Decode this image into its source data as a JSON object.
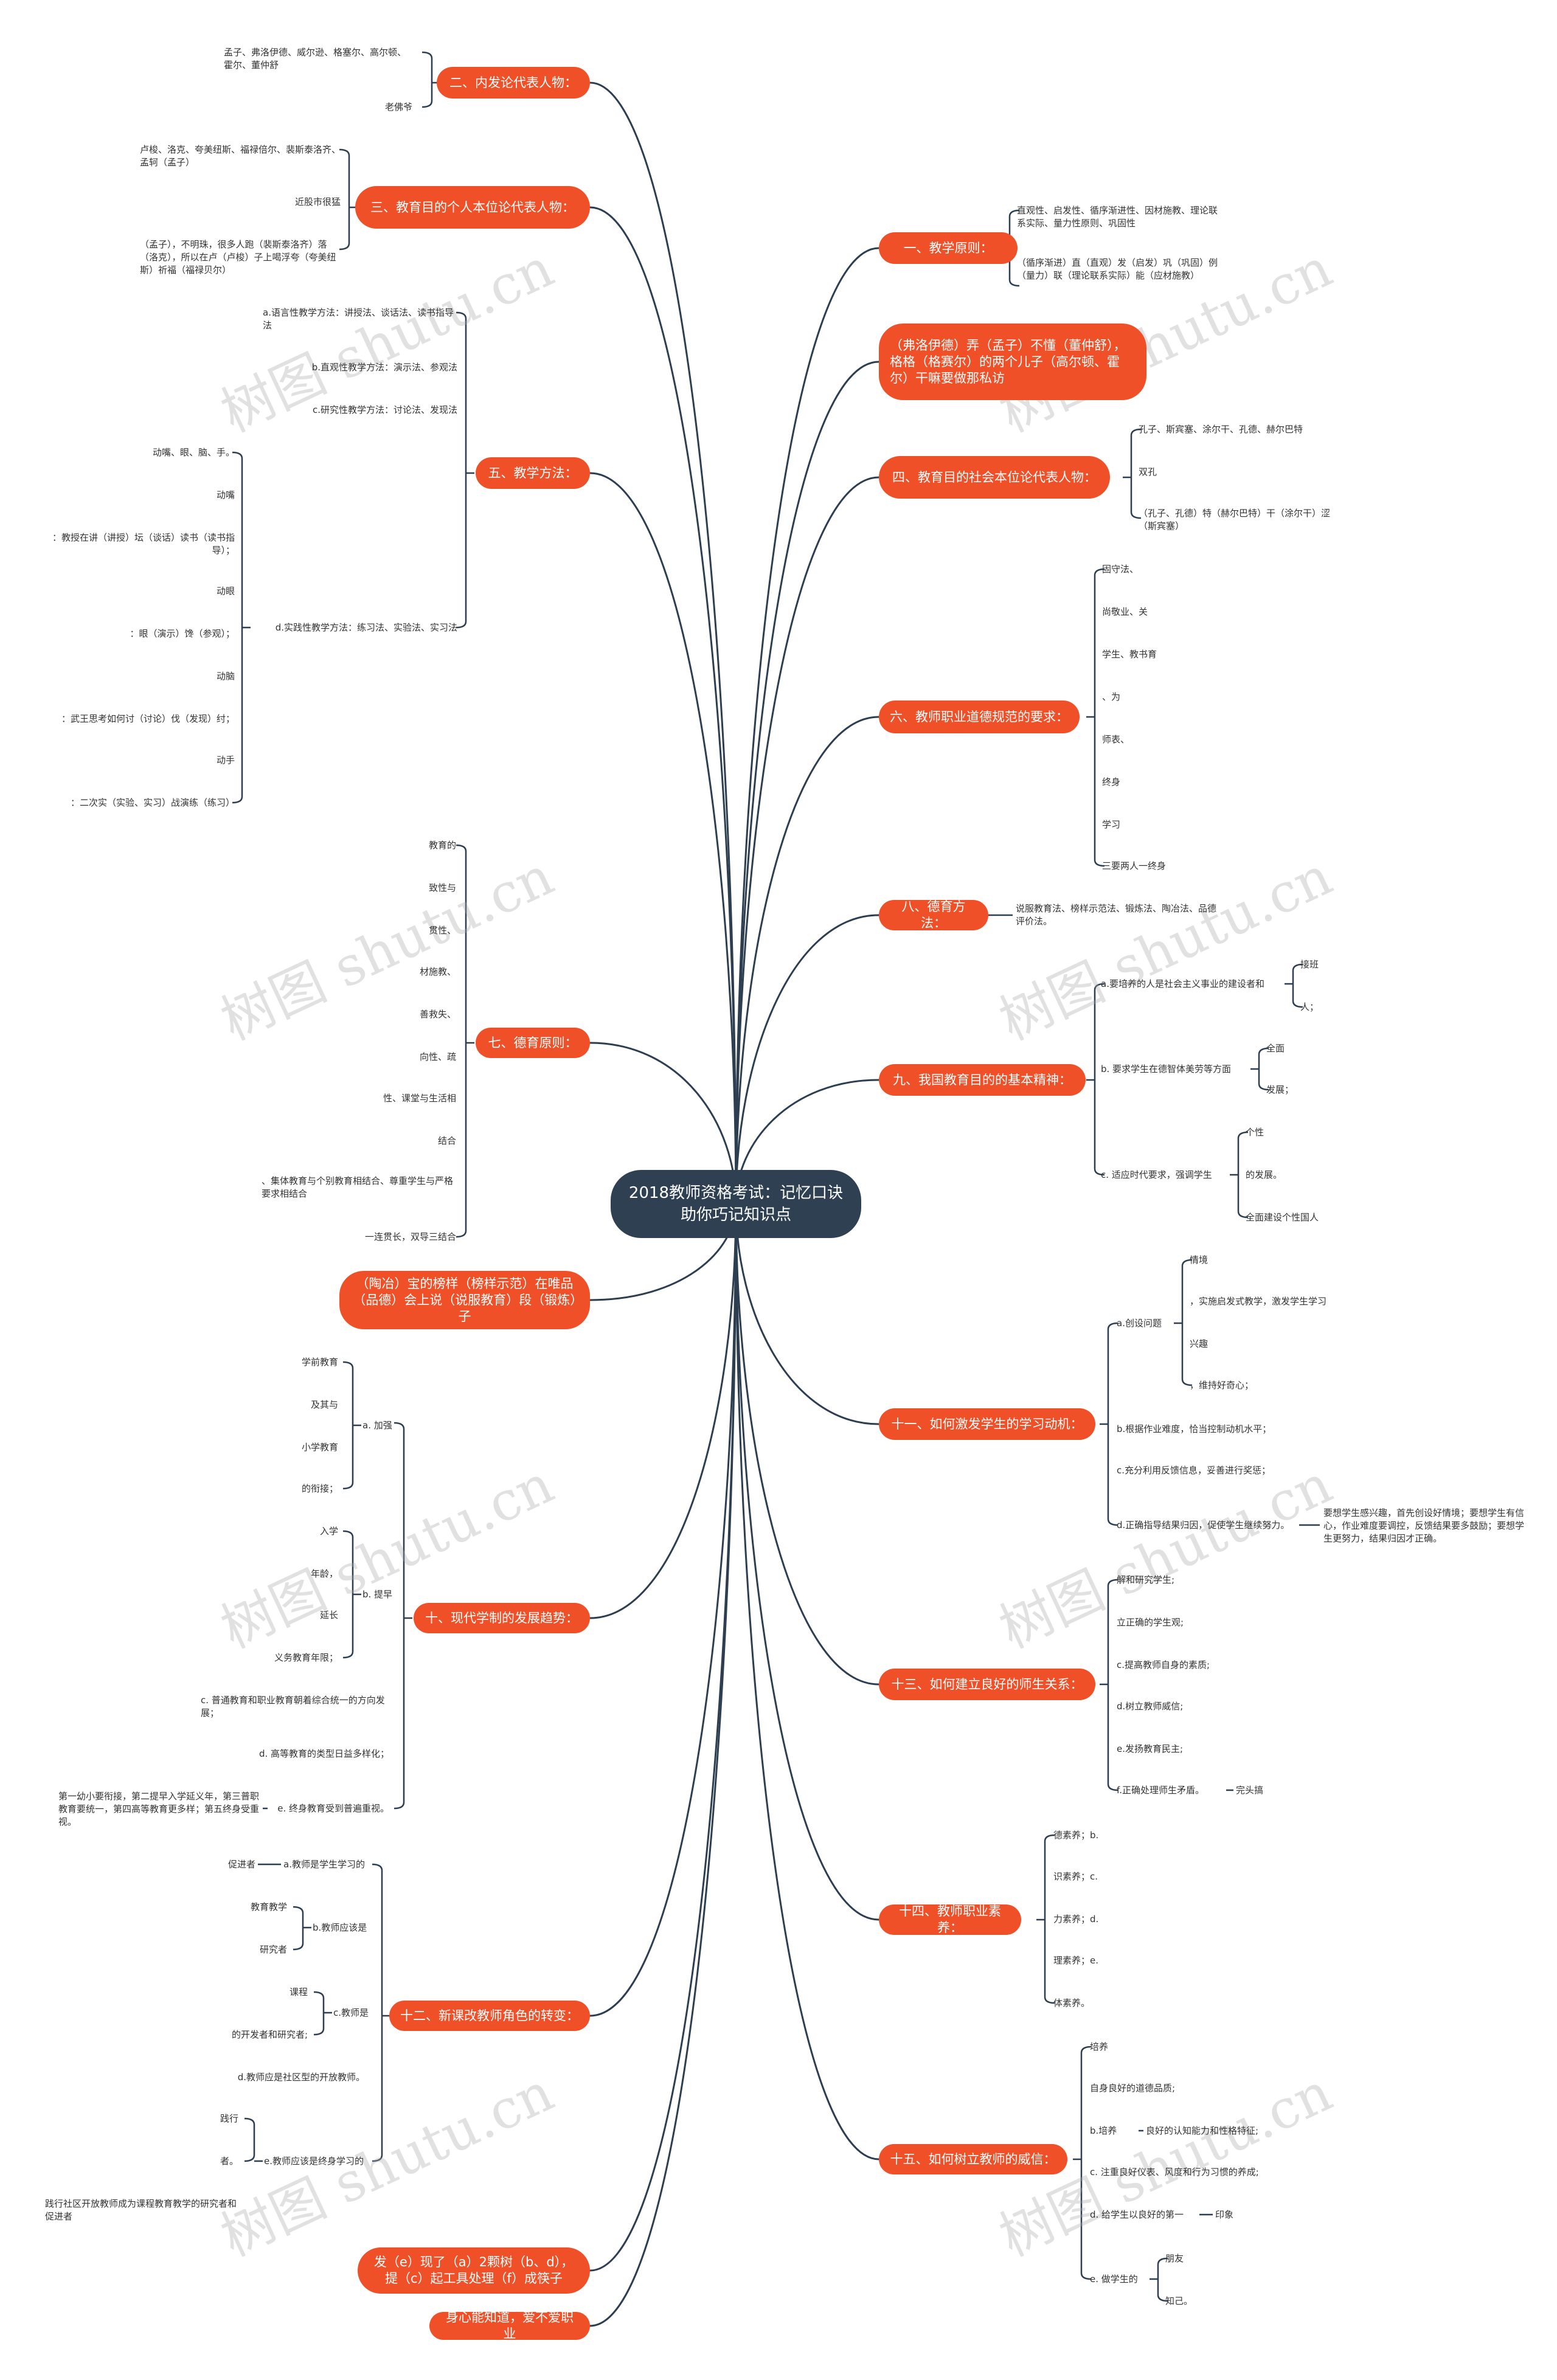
{
  "root": {
    "title": "2018教师资格考试：记忆口诀助你巧记知识点"
  },
  "watermark": "树图 shutu.cn",
  "branches": [
    {
      "id": "b_r1",
      "label": "一、教学原则："
    },
    {
      "id": "b_r2",
      "label": "（弗洛伊德）弄（孟子）不懂（董仲舒），格格（格赛尔）的两个儿子（高尔顿、霍尔）干嘛要做那私访"
    },
    {
      "id": "b_r3",
      "label": "四、教育目的社会本位论代表人物："
    },
    {
      "id": "b_r4",
      "label": "六、教师职业道德规范的要求："
    },
    {
      "id": "b_r5",
      "label": "八、德育方法："
    },
    {
      "id": "b_r6",
      "label": "九、我国教育目的的基本精神："
    },
    {
      "id": "b_r7",
      "label": "十一、如何激发学生的学习动机："
    },
    {
      "id": "b_r8",
      "label": "十三、如何建立良好的师生关系："
    },
    {
      "id": "b_r9",
      "label": "十四、教师职业素养："
    },
    {
      "id": "b_r10",
      "label": "十五、如何树立教师的威信："
    },
    {
      "id": "b_l1",
      "label": "二、内发论代表人物："
    },
    {
      "id": "b_l2",
      "label": "三、教育目的个人本位论代表人物："
    },
    {
      "id": "b_l3",
      "label": "五、教学方法："
    },
    {
      "id": "b_l4",
      "label": "七、德育原则："
    },
    {
      "id": "b_l5",
      "label": "（陶冶）宝的榜样（榜样示范）在唯品（品德）会上说（说服教育）段（锻炼）子"
    },
    {
      "id": "b_l6",
      "label": "十、现代学制的发展趋势："
    },
    {
      "id": "b_l7",
      "label": "十二、新课改教师角色的转变："
    },
    {
      "id": "b_l8",
      "label": "发（e）现了（a）2颗树（b、d），提（c）起工具处理（f）成筷子"
    },
    {
      "id": "b_l9",
      "label": "身心能知道，爱不爱职业"
    }
  ],
  "leaves": {
    "r1": [
      "直观性、启发性、循序渐进性、因材施教、理论联系实际、量力性原则、巩固性",
      "（循序渐进）直（直观）发（启发）巩（巩固）例（量力）联（理论联系实际）能（应材施教）"
    ],
    "r3": [
      "孔子、斯宾塞、涂尔干、孔德、赫尔巴特",
      "双孔",
      "（孔子、孔德）特（赫尔巴特）干（涂尔干）涩（斯宾塞）"
    ],
    "r4": [
      "固守法、",
      "尚敬业、关",
      "学生、教书育",
      "、为",
      "师表、",
      "终身",
      "学习",
      "三要两人一终身"
    ],
    "r5": [
      "说服教育法、榜样示范法、锻炼法、陶冶法、品德评价法。"
    ],
    "r6": {
      "a": "a.要培养的人是社会主义事业的建设者和",
      "a_sub": [
        "接班",
        "人；"
      ],
      "b": "b. 要求学生在德智体美劳等方面",
      "b_sub": [
        "全面",
        "发展；"
      ],
      "c": "c. 适应时代要求，强调学生",
      "c_sub": [
        "个性",
        "的发展。",
        "全面建设个性国人"
      ]
    },
    "r7": {
      "a": "a.创设问题",
      "a_sub": [
        "情境",
        "，实施启发式教学，激发学生学习",
        "兴趣",
        "，维持好奇心；"
      ],
      "b": "b.根据作业难度，恰当控制动机水平；",
      "c": "c.充分利用反馈信息，妥善进行奖惩；",
      "d": "d.正确指导结果归因，促使学生继续努力。",
      "d_note": "要想学生感兴趣，首先创设好情境；要想学生有信心，作业难度要调控，反馈结果要多鼓励；要想学生更努力，结果归因才正确。"
    },
    "r8": [
      "解和研究学生;",
      "立正确的学生观;",
      "c.提高教师自身的素质;",
      "d.树立教师威信;",
      "e.发扬教育民主;",
      "f.正确处理师生矛盾。"
    ],
    "r8_note": "完头搞",
    "r9": [
      "德素养；b.",
      "识素养；c.",
      "力素养；d.",
      "理素养；e.",
      "体素养。"
    ],
    "r10": {
      "items": [
        "培养",
        "自身良好的道德品质;",
        "b.培养",
        "c. 注重良好仪表、风度和行为习惯的养成;",
        "d. 给学生以良好的第一",
        "e. 做学生的"
      ],
      "b_note": "良好的认知能力和性格特征;",
      "d_note": "印象",
      "e_sub": [
        "朋友",
        "知己。"
      ]
    },
    "l1": [
      "孟子、弗洛伊德、威尔逊、格塞尔、高尔顿、霍尔、董仲舒",
      "老佛爷"
    ],
    "l2": [
      "卢梭、洛克、夸美纽斯、福禄倍尔、裴斯泰洛齐、孟轲（孟子）",
      "近股市很猛",
      "（孟子），不明珠，很多人跑（裴斯泰洛齐）落（洛克），所以在卢（卢梭）子上喝浮夸（夸美纽斯）祈福（福禄贝尔）"
    ],
    "l3": {
      "a": "a.语言性教学方法：讲授法、谈话法、读书指导法",
      "b": "b.直观性教学方法：演示法、参观法",
      "c": "c.研究性教学方法：讨论法、发现法",
      "d": "d.实践性教学方法：练习法、实验法、实习法",
      "d_sub": [
        "动嘴、眼、脑、手。",
        "动嘴",
        "：教授在讲（讲授）坛（谈话）读书（读书指导）；",
        "动眼",
        "：眼（演示）馋（参观）；",
        "动脑",
        "：武王思考如何讨（讨论）伐（发现）纣；",
        "动手",
        "：二次实（实验、实习）战演练（练习）"
      ]
    },
    "l4": [
      "教育的",
      "致性与",
      "贯性、",
      "材施教、",
      "善救失、",
      "向性、疏",
      "性、课堂与生活相",
      "结合",
      "、集体教育与个别教育相结合、尊重学生与严格要求相结合",
      "一连贯长，双导三结合"
    ],
    "l6": {
      "a": "a. 加强",
      "a_sub": [
        "学前教育",
        "及其与",
        "小学教育",
        "的衔接；"
      ],
      "b": "b. 提早",
      "b_sub": [
        "入学",
        "年龄，",
        "延长",
        "义务教育年限；"
      ],
      "c": "c. 普通教育和职业教育朝着综合统一的方向发展；",
      "d": "d. 高等教育的类型日益多样化；",
      "e": "e. 终身教育受到普遍重视。",
      "e_note": "第一幼小要衔接，第二提早入学延义年，第三普职教育要统一，第四高等教育更多样；第五终身受重视。"
    },
    "l7": {
      "a": "a.教师是学生学习的",
      "a_note": "促进者",
      "b": "b.教师应该是",
      "b_sub": [
        "教育教学",
        "研究者"
      ],
      "c": "c.教师是",
      "c_sub": [
        "课程",
        "的开发者和研究者;"
      ],
      "d": "d.教师应是社区型的开放教师。",
      "e": "e.教师应该是终身学习的",
      "e_sub": [
        "践行",
        "者。"
      ],
      "e_note": "践行社区开放教师成为课程教育教学的研究者和促进者"
    }
  }
}
